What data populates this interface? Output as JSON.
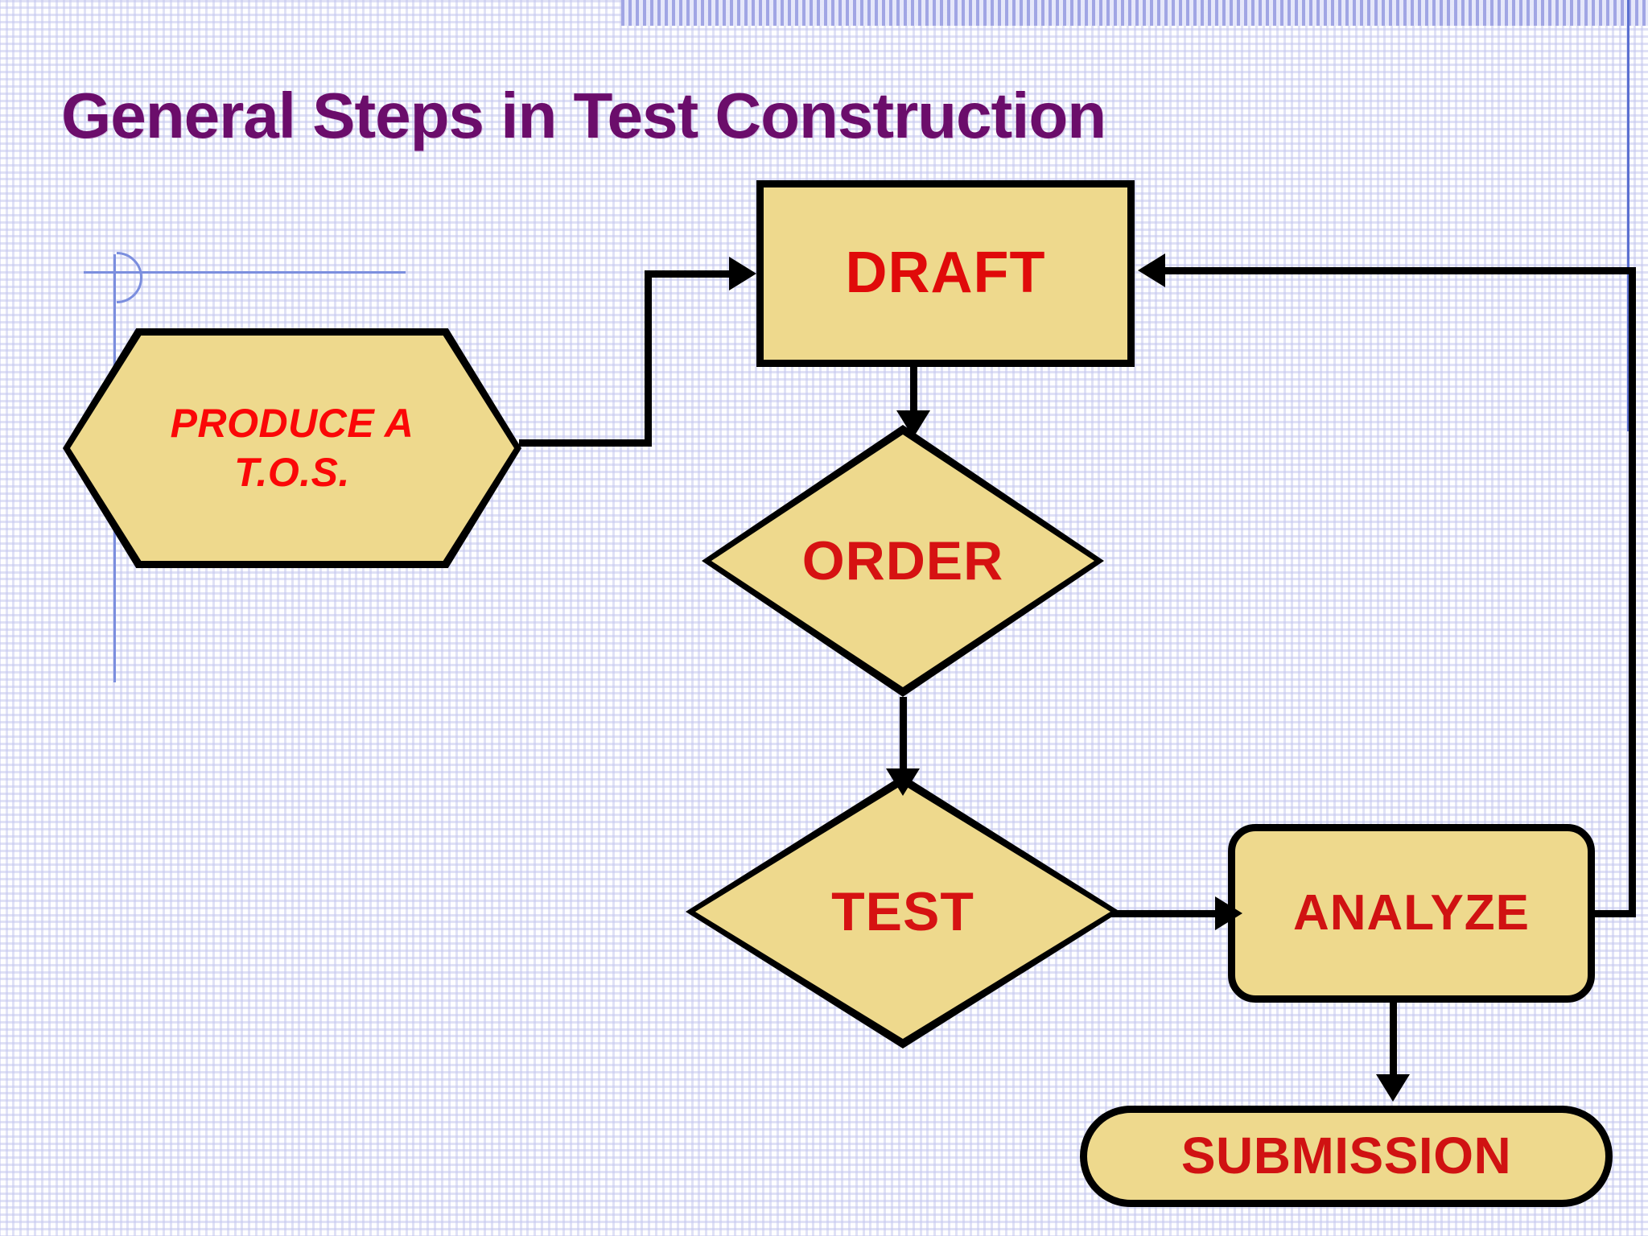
{
  "slide": {
    "title": "General Steps in Test Construction",
    "title_color": "#6b0d6b",
    "background": "graph-paper",
    "shape_fill": "#eed98d",
    "shape_stroke": "#000000",
    "label_color": "#d61212"
  },
  "chart_data": {
    "type": "diagram",
    "title": "General Steps in Test Construction",
    "nodes": [
      {
        "id": "tos",
        "label": "PRODUCE A\nT.O.S.",
        "label_line1": "PRODUCE A",
        "label_line2": "T.O.S.",
        "shape": "hexagon",
        "fill": "#eed98d",
        "text_color": "#fb0707",
        "italic": true
      },
      {
        "id": "draft",
        "label": "DRAFT",
        "shape": "rectangle",
        "fill": "#eed98d",
        "text_color": "#e00a0a",
        "italic": false
      },
      {
        "id": "order",
        "label": "ORDER",
        "shape": "diamond",
        "fill": "#eed98d",
        "text_color": "#d61212",
        "italic": false
      },
      {
        "id": "test",
        "label": "TEST",
        "shape": "diamond",
        "fill": "#eed98d",
        "text_color": "#d61212",
        "italic": false
      },
      {
        "id": "analyze",
        "label": "ANALYZE",
        "shape": "rounded-rectangle",
        "fill": "#eed98d",
        "text_color": "#d01212",
        "italic": false
      },
      {
        "id": "submission",
        "label": "SUBMISSION",
        "shape": "stadium",
        "fill": "#eed98d",
        "text_color": "#d01212",
        "italic": false
      }
    ],
    "edges": [
      {
        "from": "tos",
        "to": "draft",
        "style": "elbow",
        "arrow": "right"
      },
      {
        "from": "draft",
        "to": "order",
        "style": "straight",
        "arrow": "down"
      },
      {
        "from": "order",
        "to": "test",
        "style": "straight",
        "arrow": "down"
      },
      {
        "from": "test",
        "to": "analyze",
        "style": "straight",
        "arrow": "right"
      },
      {
        "from": "analyze",
        "to": "submission",
        "style": "straight",
        "arrow": "down"
      },
      {
        "from": "analyze",
        "to": "draft",
        "style": "elbow-feedback",
        "arrow": "left"
      }
    ]
  },
  "nodes": {
    "tos": {
      "line1": "PRODUCE A",
      "line2": "T.O.S."
    },
    "draft": {
      "label": "DRAFT"
    },
    "order": {
      "label": "ORDER"
    },
    "test": {
      "label": "TEST"
    },
    "analyze": {
      "label": "ANALYZE"
    },
    "submission": {
      "label": "SUBMISSION"
    }
  }
}
